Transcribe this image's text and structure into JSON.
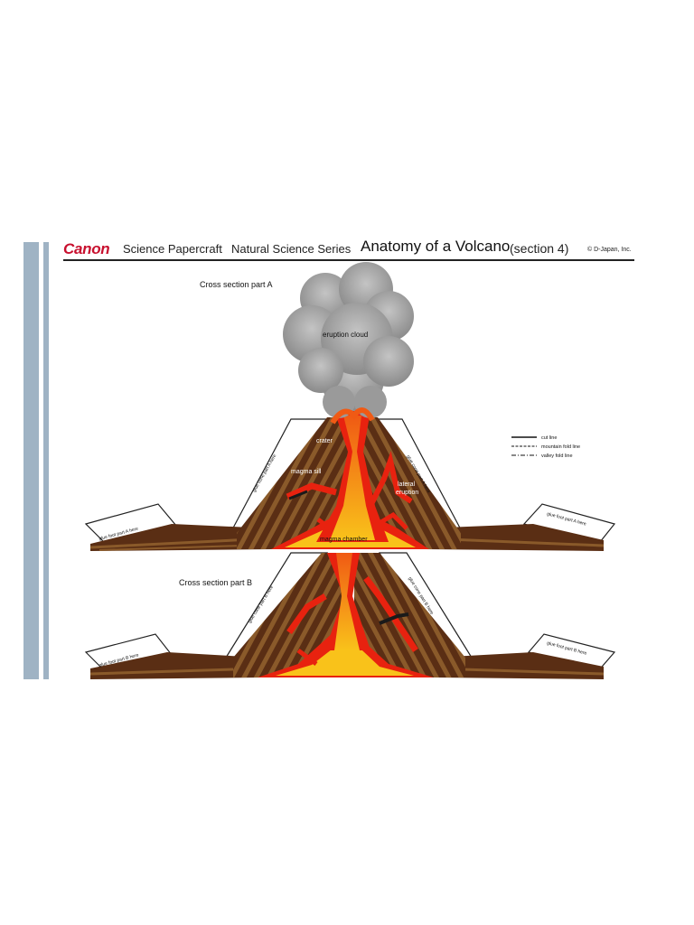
{
  "header": {
    "brand": "Canon",
    "series": "Science Papercraft",
    "collection": "Natural Science Series",
    "title": "Anatomy of a Volcano",
    "section": "(section 4)",
    "copyright": "© D-Japan, Inc."
  },
  "part_a": {
    "title": "Cross section part A",
    "eruption_cloud": "eruption cloud",
    "crater": "crater",
    "magma_sill": "magma sill",
    "lateral_eruption_1": "lateral",
    "lateral_eruption_2": "eruption",
    "magma_chamber": "magma chamber",
    "glue_left": "glue cone part A here",
    "glue_right": "glue cone part A here",
    "glue_foot_left": "glue foot part A here",
    "glue_foot_right": "glue foot part A here"
  },
  "part_b": {
    "title": "Cross section part B",
    "glue_left": "glue cone part B here",
    "glue_right": "glue cone part B here",
    "glue_foot_left": "glue foot part B here",
    "glue_foot_right": "glue foot part B here"
  },
  "legend": {
    "cut": "cut line",
    "mountain": "mountain fold line",
    "valley": "valley fold line"
  },
  "colors": {
    "rock_dark": "#4a2410",
    "rock_light": "#8a5a2a",
    "lava_red": "#e8220f",
    "lava_orange": "#f58a12",
    "magma_yellow": "#f9c21a",
    "smoke": "#9a9a9a",
    "accent_bar": "#9fb3c4"
  }
}
